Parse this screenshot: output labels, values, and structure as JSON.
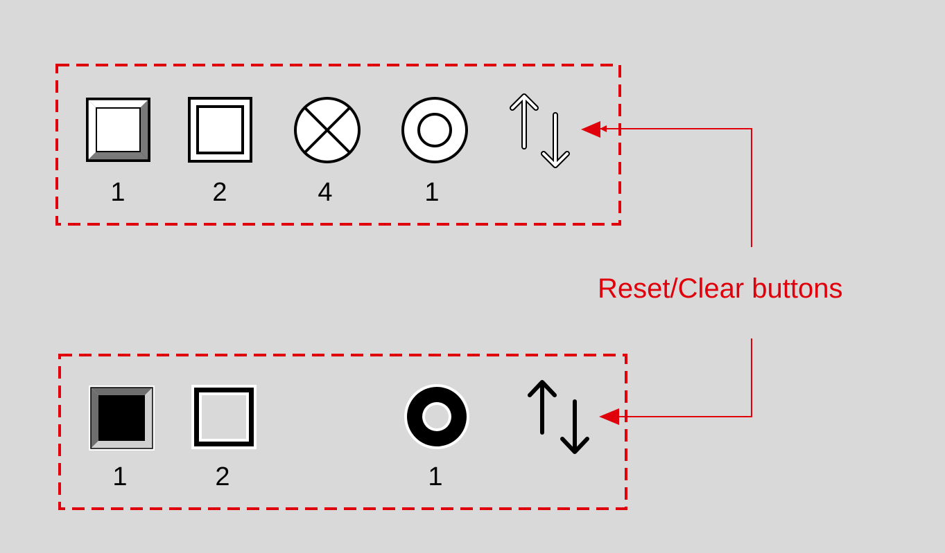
{
  "callout": {
    "label": "Reset/Clear buttons",
    "color": "#e0000b"
  },
  "panels": [
    {
      "style": "light",
      "border": "dashed-red",
      "items": [
        {
          "icon": "beveled-square-icon",
          "count": "1"
        },
        {
          "icon": "double-square-icon",
          "count": "2"
        },
        {
          "icon": "x-circle-icon",
          "count": "4"
        },
        {
          "icon": "ring-icon",
          "count": "1"
        },
        {
          "icon": "swap-arrows-icon",
          "count": ""
        }
      ]
    },
    {
      "style": "dark",
      "border": "dashed-red",
      "items": [
        {
          "icon": "beveled-square-icon",
          "count": "1"
        },
        {
          "icon": "double-square-icon",
          "count": "2"
        },
        {
          "icon": "ring-icon",
          "count": "1"
        },
        {
          "icon": "swap-arrows-icon",
          "count": ""
        }
      ]
    }
  ]
}
